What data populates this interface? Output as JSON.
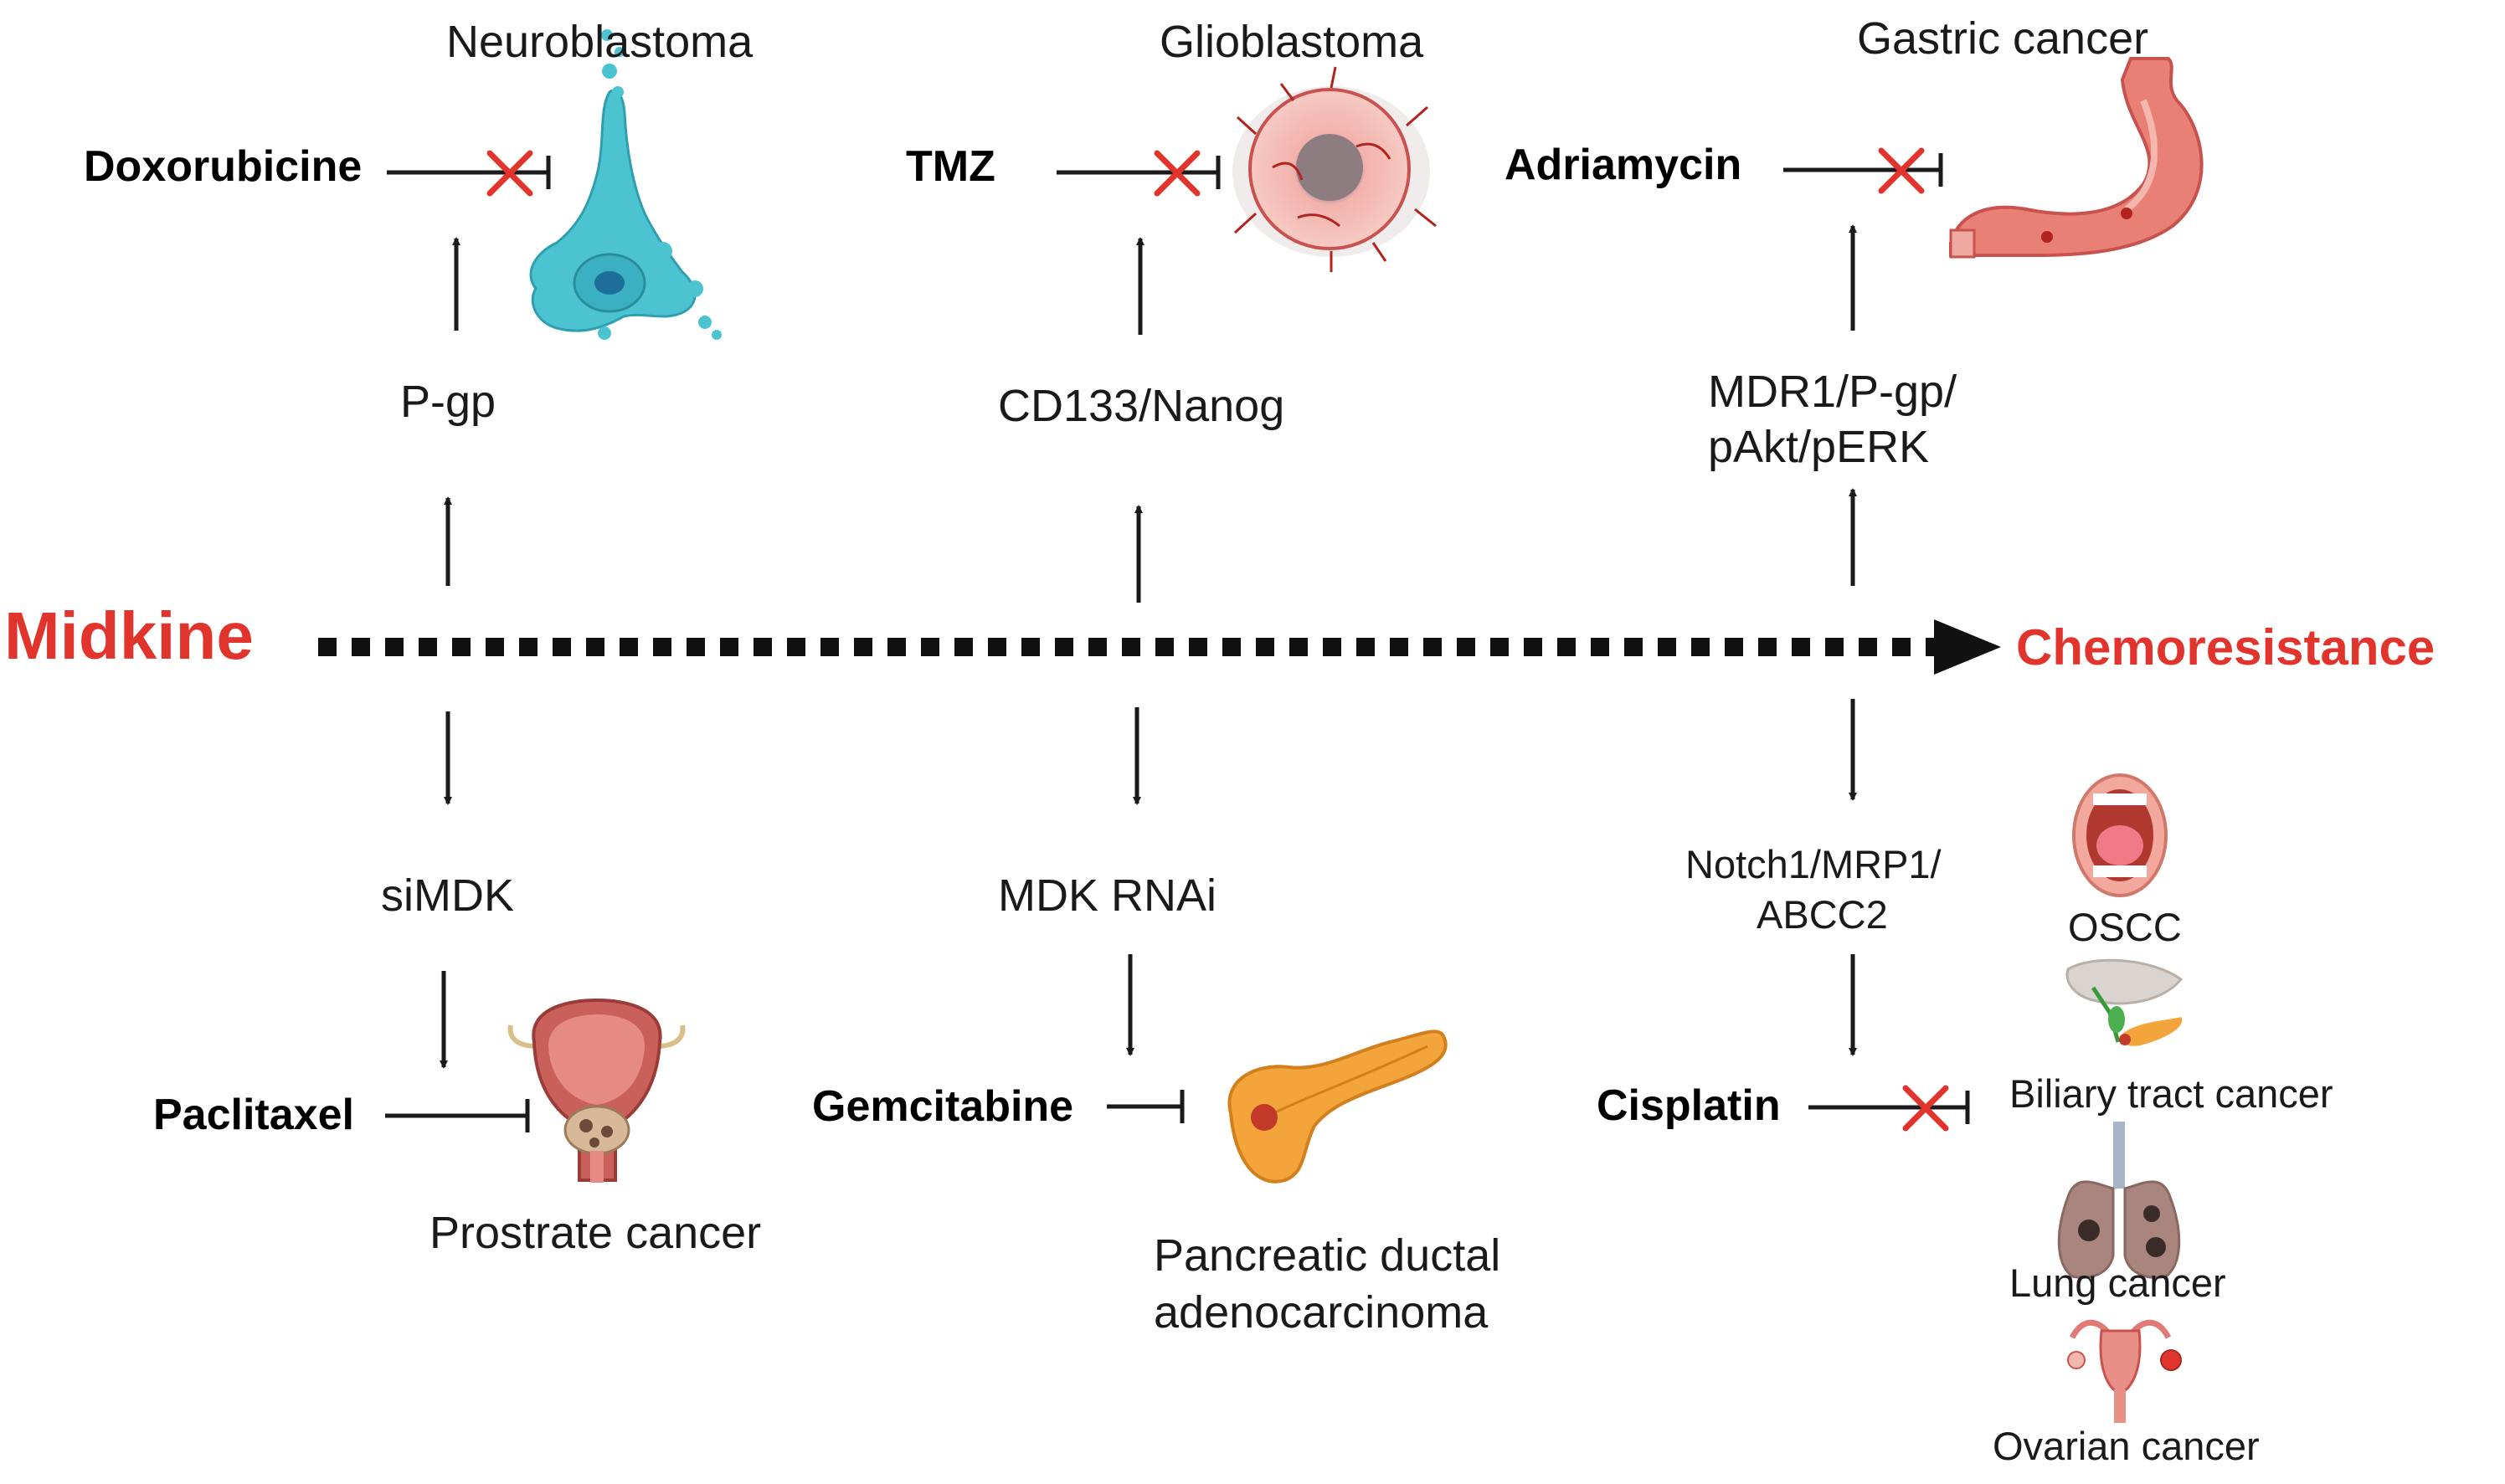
{
  "source": {
    "label": "Midkine"
  },
  "target": {
    "label": "Chemoresistance"
  },
  "colors": {
    "accent_red": "#e0342c",
    "arrow": "#1a1a1a",
    "neuro_cell": "#4cc3d1",
    "organ_pink": "#e07a76",
    "pancreas": "#f3a43b"
  },
  "upper": [
    {
      "cancer": "Neuroblastoma",
      "drug": "Doxorubicine",
      "mediator": "P-gp",
      "icon": "neuroblastoma-cell-icon"
    },
    {
      "cancer": "Glioblastoma",
      "drug": "TMZ",
      "mediator": "CD133/Nanog",
      "icon": "glioblastoma-tumor-icon"
    },
    {
      "cancer": "Gastric cancer",
      "drug": "Adriamycin",
      "mediator_line1": "MDR1/P-gp/",
      "mediator_line2": "pAkt/pERK",
      "icon": "stomach-icon"
    }
  ],
  "lower": [
    {
      "mediator": "siMDK",
      "drug": "Paclitaxel",
      "cancer": "Prostrate cancer",
      "icon": "prostate-bladder-icon"
    },
    {
      "mediator": "MDK RNAi",
      "drug": "Gemcitabine",
      "cancer_line1": "Pancreatic ductal",
      "cancer_line2": "adenocarcinoma",
      "icon": "pancreas-icon"
    },
    {
      "mediator_line1": "Notch1/MRP1/",
      "mediator_line2": "ABCC2",
      "drug": "Cisplatin",
      "cancers": [
        "OSCC",
        "Biliary tract cancer",
        "Lung cancer",
        "Ovarian cancer"
      ]
    }
  ]
}
